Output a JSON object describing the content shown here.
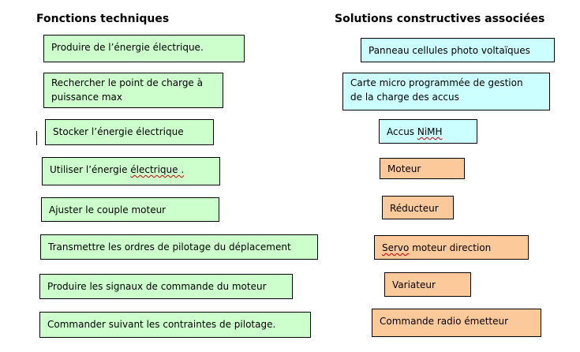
{
  "headings": {
    "functions": "Fonctions techniques",
    "solutions": "Solutions constructives associées"
  },
  "functions": [
    {
      "text": "Produire de l’énergie électrique."
    },
    {
      "line1": "Rechercher le point de charge à",
      "line2": "puissance max"
    },
    {
      "text": "Stocker l’énergie électrique"
    },
    {
      "before": "Utiliser l’énergie ",
      "flagged": "électrique .",
      "after": ""
    },
    {
      "text": "Ajuster le couple moteur"
    },
    {
      "text": "Transmettre les ordres de pilotage du déplacement"
    },
    {
      "text": "Produire les signaux de commande du moteur"
    },
    {
      "text": "Commander suivant les contraintes de pilotage."
    }
  ],
  "solutions": [
    {
      "text": "Panneau cellules photo voltaïques"
    },
    {
      "line1": "Carte micro programmée de gestion",
      "line2": "de la charge des accus"
    },
    {
      "before": "Accus ",
      "flagged": "NiMH",
      "after": ""
    },
    {
      "text": "Moteur"
    },
    {
      "text": "Réducteur"
    },
    {
      "before": "",
      "flagged": "Servo",
      "after": " moteur direction"
    },
    {
      "text": "Variateur"
    },
    {
      "text": "Commande radio émetteur"
    }
  ],
  "colors": {
    "function_fill": "#ccffcc",
    "solution_cyan": "#ccffff",
    "solution_orange": "#fcc99b",
    "border": "#000000",
    "spellcheck_underline": "#cc0000"
  }
}
